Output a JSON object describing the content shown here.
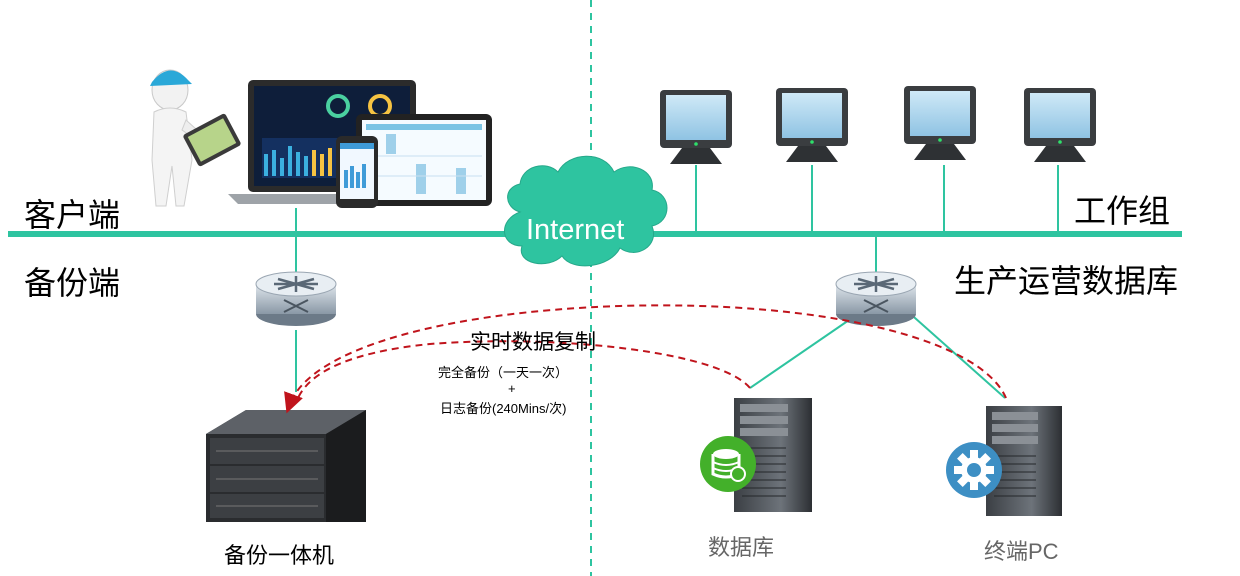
{
  "labels": {
    "client": "客户端",
    "backup_side": "备份端",
    "workgroup": "工作组",
    "production_db": "生产运营数据库",
    "internet": "Internet",
    "replication": "实时数据复制",
    "full_backup": "完全备份（一天一次）",
    "plus": "+",
    "log_backup": "日志备份(240Mins/次)",
    "backup_appliance": "备份一体机",
    "database": "数据库",
    "terminal_pc": "终端PC"
  },
  "icons": {
    "router": "router-icon",
    "database_badge": "database-icon",
    "terminal_badge": "gear-icon",
    "workstation": "monitor-icon",
    "server": "server-tower-icon",
    "storage": "storage-array-icon",
    "person": "engineer-figure-icon"
  },
  "colors": {
    "network_line": "#2ec4a0",
    "replication_arrow": "#c0141c",
    "divider": "#2ec4a0",
    "cloud": "#2ec4a0",
    "db_badge": "#43b02a",
    "gear_badge": "#3d8fc4"
  }
}
